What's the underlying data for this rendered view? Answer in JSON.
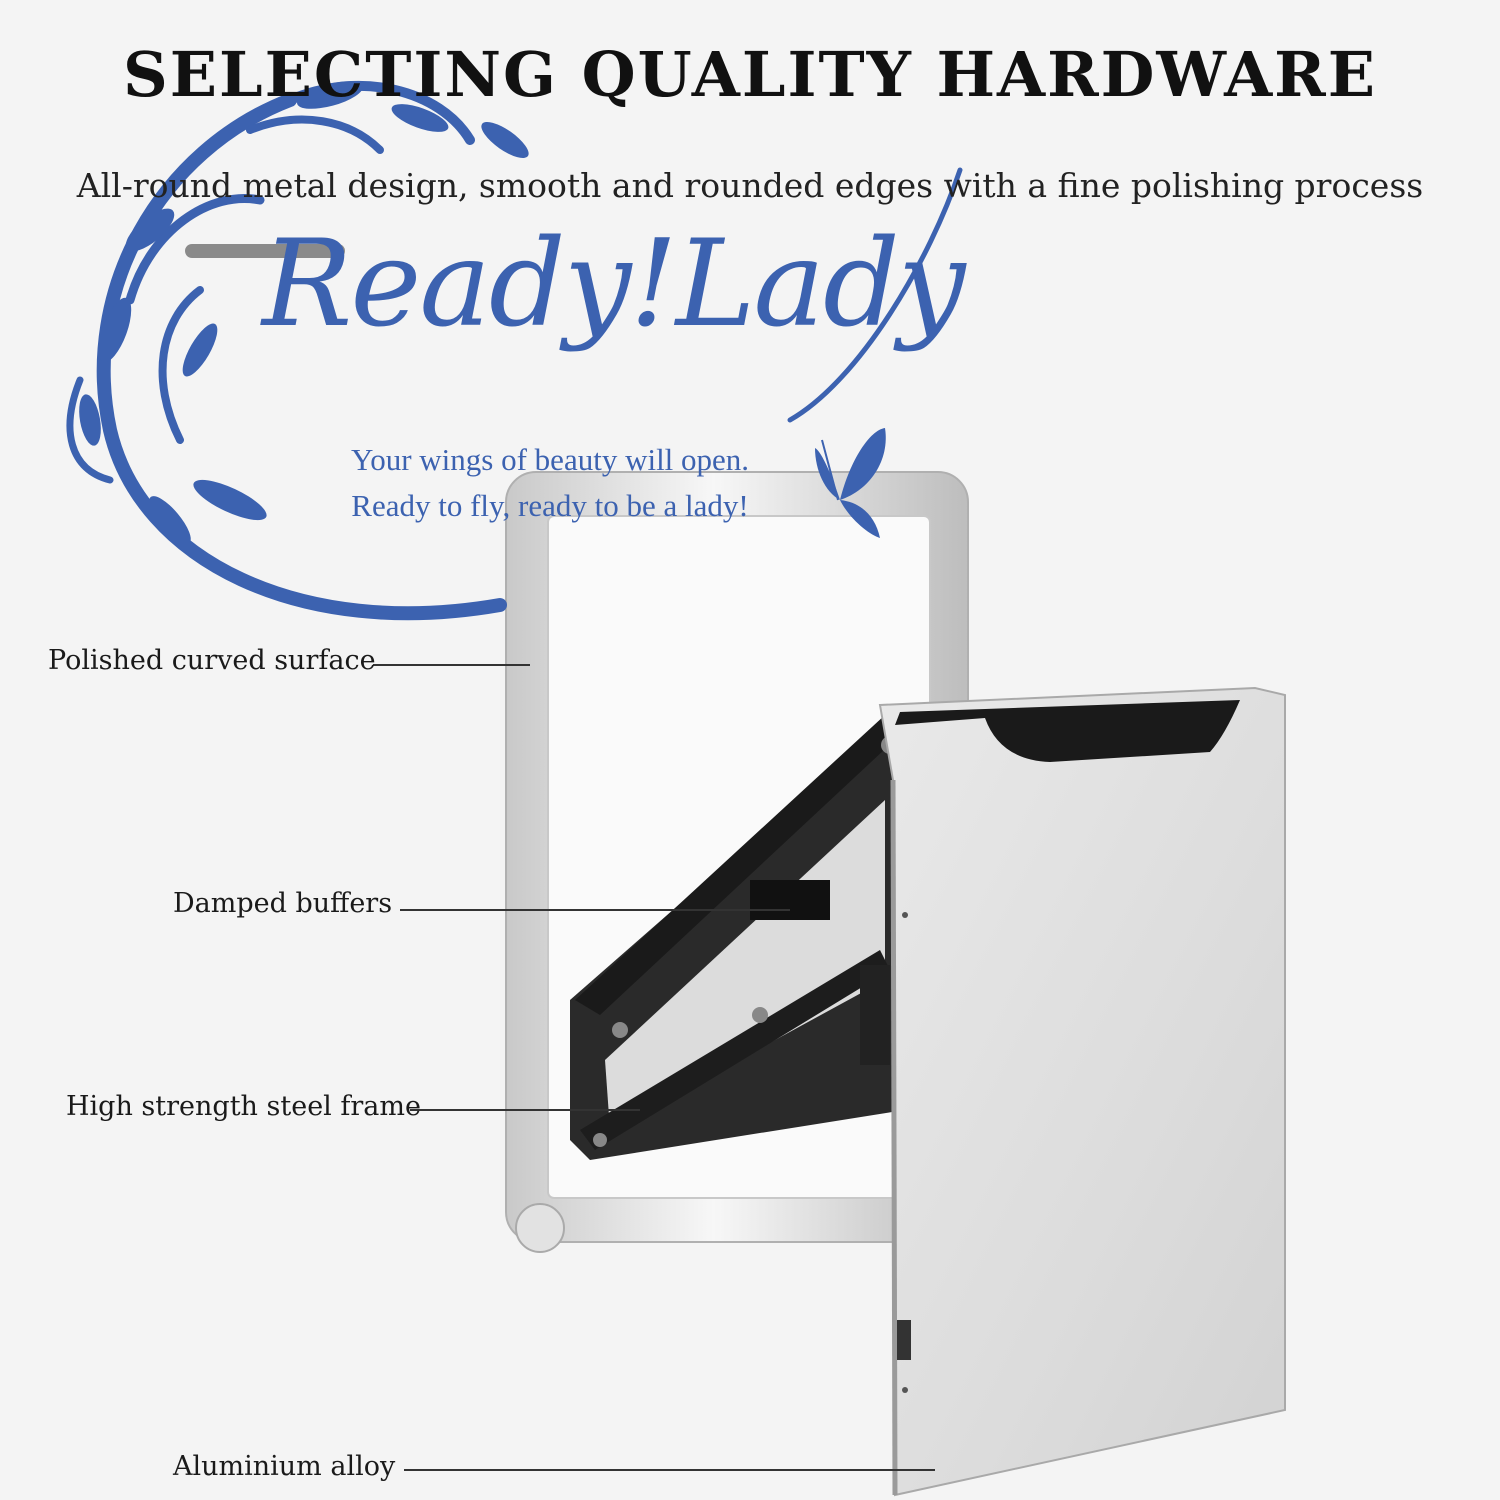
{
  "title": "SELECTING QUALITY HARDWARE",
  "subtitle": "All-round metal design, smooth and rounded edges with a fine polishing process",
  "logo": {
    "brand": "Ready!Lady",
    "tagline_line1": "Your wings of beauty will open.",
    "tagline_line2": "Ready to fly, ready to be a lady!",
    "color": "#3c62b0",
    "icons": [
      "floral-swirl-icon",
      "butterfly-icon"
    ]
  },
  "callouts": [
    {
      "label": "Polished curved surface"
    },
    {
      "label": "Damped buffers"
    },
    {
      "label": "High strength steel frame"
    },
    {
      "label": "Aluminium alloy"
    }
  ]
}
